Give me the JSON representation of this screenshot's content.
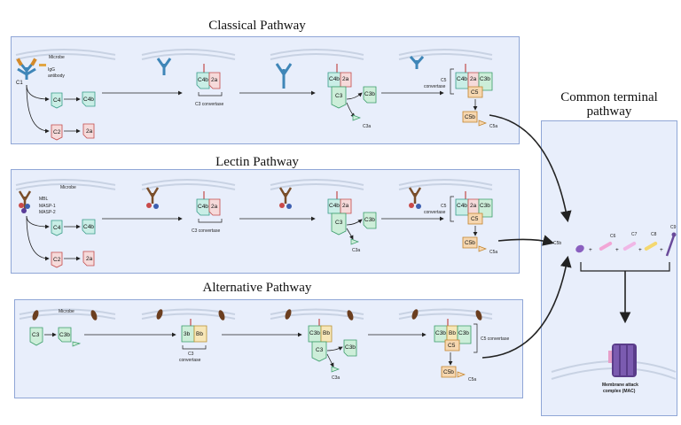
{
  "titles": {
    "classical": "Classical Pathway",
    "lectin": "Lectin Pathway",
    "alternative": "Alternative Pathway",
    "common_line1": "Common terminal",
    "common_line2": "pathway"
  },
  "labels": {
    "microbe": "Microbe",
    "c1": "C1",
    "igg": "IgG",
    "antibody": "antibody",
    "mbl": "MBL",
    "masp1": "MASP-1",
    "masp2": "MASP-2",
    "c3_convertase": "C3 convertase",
    "c3": "C3",
    "convertase": "convertase",
    "c5": "C5",
    "c5_convertase": "C5 convertase",
    "mac_line1": "Membrane attack",
    "mac_line2": "complex (MAC)"
  },
  "proteins": {
    "c4": "C4",
    "c4b": "C4b",
    "c2": "C2",
    "c2a": "2a",
    "c3": "C3",
    "c3a": "C3a",
    "c3b": "C3b",
    "c3b_short": "3b",
    "bb": "Bb",
    "c5": "C5",
    "c5a": "C5a",
    "c5b": "C5b",
    "c6": "C6",
    "c7": "C7",
    "c8": "C8",
    "c9": "C9"
  },
  "plus": "+",
  "colors": {
    "panel_fill": "#e8eefb",
    "panel_border": "#8fa6d6",
    "c4_teal": "#c9eee6",
    "c2_red": "#f6dada",
    "c3_green": "#cdeed9",
    "bb_yellow": "#f7e7b8",
    "c5_orange": "#f6d7b0",
    "membrane": "#c8d2e3",
    "antibody": "#3f86b8",
    "mac": "#6a4a9a"
  }
}
